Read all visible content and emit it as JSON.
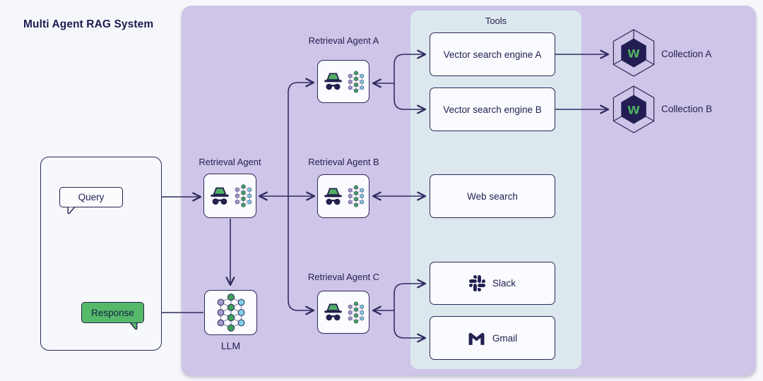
{
  "title": "Multi Agent RAG System",
  "client": {
    "query_label": "Query",
    "response_label": "Response"
  },
  "orchestrator": {
    "label": "Retrieval Agent"
  },
  "llm": {
    "label": "LLM"
  },
  "agents": [
    {
      "label": "Retrieval Agent A"
    },
    {
      "label": "Retrieval Agent B"
    },
    {
      "label": "Retrieval Agent C"
    }
  ],
  "tools": {
    "title": "Tools",
    "items": [
      {
        "label": "Vector search engine A"
      },
      {
        "label": "Vector search engine B"
      },
      {
        "label": "Web search"
      },
      {
        "label": "Slack",
        "icon": "slack-icon"
      },
      {
        "label": "Gmail",
        "icon": "gmail-icon"
      }
    ]
  },
  "collections": [
    {
      "label": "Collection A",
      "icon": "weaviate-collection-icon"
    },
    {
      "label": "Collection B",
      "icon": "weaviate-collection-icon"
    }
  ],
  "icons": {
    "agent": "incognito-agent-icon",
    "network": "neural-network-icon"
  },
  "colors": {
    "background": "#f6f7fb",
    "system_panel": "#cfc5e8",
    "tools_panel": "#dce8ee",
    "line_navy": "#2f2c60",
    "text_navy": "#232052",
    "accent_green": "#4fae63",
    "response_green": "#55b969",
    "node_green": "#3ea45c",
    "node_purple": "#a39bce",
    "node_cyan": "#7fd0e6",
    "hexagon_fill": "#221d52"
  }
}
